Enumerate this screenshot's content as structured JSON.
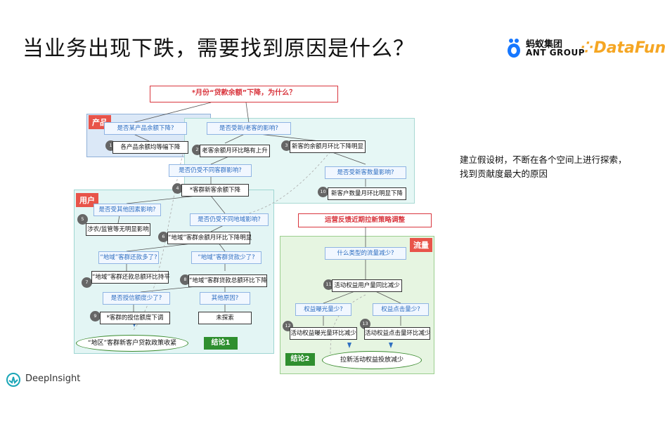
{
  "slide": {
    "title": "当业务出现下跌，需要找到原因是什么？",
    "note_line1": "建立假设树，不断在各个空间上进行探索，",
    "note_line2": "找到贡献度最大的原因"
  },
  "logos": {
    "ant_cn": "蚂蚁集团",
    "ant_en": "ANT GROUP",
    "datafun": "DataFun.",
    "deepinsight": "DeepInsight"
  },
  "tree": {
    "root": "*月份“贷款余额”下降，为什么？",
    "tags": {
      "product": "产品",
      "user": "用户",
      "flow": "流量"
    },
    "q_product": "是否某产品余额下降?",
    "f1": "各产品余额均等幅下降",
    "n1": "1",
    "q_newold": "是否受新/老客的影响?",
    "f2": "老客余额月环比略有上升",
    "n2": "2",
    "f3": "新客的余额月环比下降明显",
    "n3": "3",
    "q_diffgroup": "是否仍受不同客群影响?",
    "f4": "*客群新客余额下降",
    "n4": "4",
    "q_newcount": "是否受新客数量影响?",
    "f10": "新客户数量月环比明显下降",
    "n10": "10",
    "q_other_factor": "是否受其他因素影响?",
    "f5": "涉农/监管等无明显影响",
    "n5": "5",
    "q_region": "是否仍受不同地域影响?",
    "f6": "“地域”客群余额月环比下降明显",
    "n6": "6",
    "q_repay": "“地域”客群还款多了?",
    "f7": "“地域”客群还款总额环比持平",
    "n7": "7",
    "q_loan": "“地域”客群贷款少了?",
    "f8": "“地域”客群贷款总额环比下降",
    "n8": "8",
    "q_credit": "是否授信额度少了?",
    "f9": "*客群的授信额度下调",
    "n9": "9",
    "q_otherreason": "其他原因?",
    "f_unexplored": "未探索",
    "conclusion1": "“地区”客群新客户贷款政策收紧",
    "conclusion1_tag": "结论1",
    "ops_feedback": "运营反馈近期拉新策略调整",
    "q_flowtype": "什么类型的流量减少?",
    "f11": "活动权益用户量同比减少",
    "n11": "11",
    "q_exposure": "权益曝光量少?",
    "q_click": "权益点击量少?",
    "f12": "活动权益曝光量环比减少",
    "n12": "12",
    "f13": "活动权益点击量环比减少",
    "n13": "13",
    "conclusion2": "拉新活动权益投放减少",
    "conclusion2_tag": "结论2"
  },
  "colors": {
    "accent_red": "#e8544a",
    "question_blue": "#2f6fc1",
    "conclusion_green": "#2f8f2f",
    "datafun_orange": "#f5a623",
    "ant_blue": "#1677ff"
  }
}
